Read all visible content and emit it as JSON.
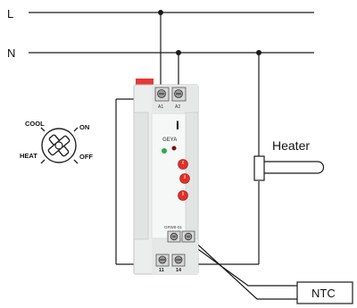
{
  "lines": {
    "live": "L",
    "neutral": "N"
  },
  "selector": {
    "cool": "COOL",
    "on": "ON",
    "heat": "HEAT",
    "off": "OFF"
  },
  "device": {
    "brand": "GEYA",
    "model": "GRW8-01",
    "front_marker": "I",
    "terminals_top": [
      "A1",
      "A2"
    ],
    "terminals_bottom": [
      "11",
      "14"
    ],
    "led_colors": [
      "#2fa84f",
      "#7a1010"
    ],
    "knob_color": "#e0302a",
    "top_tab_color": "#e53935"
  },
  "heater": {
    "label": "Heater"
  },
  "sensor": {
    "label": "NTC"
  }
}
